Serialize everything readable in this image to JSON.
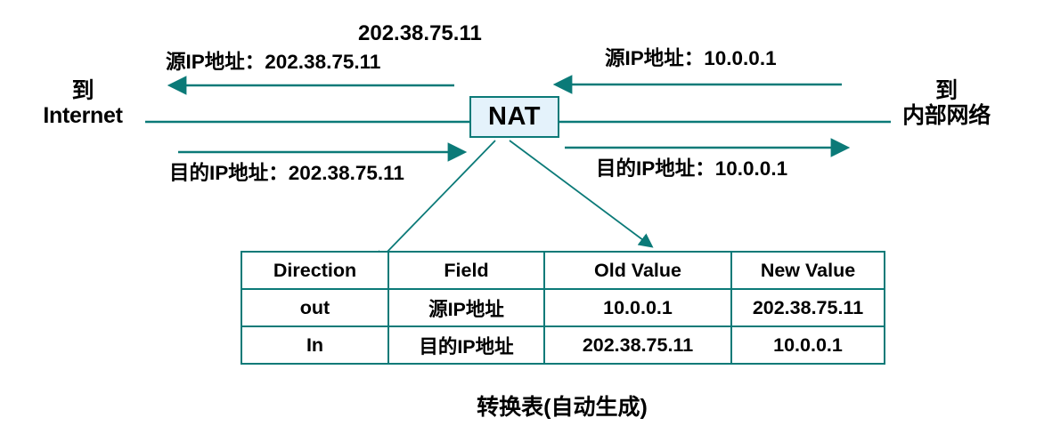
{
  "diagram": {
    "public_ip_label": "202.38.75.11",
    "nat_node": {
      "label": "NAT"
    },
    "endpoints": {
      "left": {
        "line1": "到",
        "line2": "Internet"
      },
      "right": {
        "line1": "到",
        "line2": "内部网络"
      }
    },
    "flows": [
      {
        "id": "src-out",
        "text": "源IP地址：202.38.75.11",
        "direction": "left",
        "side": "left",
        "row": "top"
      },
      {
        "id": "src-in",
        "text": "源IP地址：10.0.0.1",
        "direction": "left",
        "side": "right",
        "row": "top"
      },
      {
        "id": "dst-out",
        "text": "目的IP地址：202.38.75.11",
        "direction": "right",
        "side": "left",
        "row": "bottom"
      },
      {
        "id": "dst-in",
        "text": "目的IP地址：10.0.0.1",
        "direction": "right",
        "side": "right",
        "row": "bottom"
      }
    ],
    "table": {
      "headers": [
        "Direction",
        "Field",
        "Old Value",
        "New Value"
      ],
      "rows": [
        [
          "out",
          "源IP地址",
          "10.0.0.1",
          "202.38.75.11"
        ],
        [
          "In",
          "目的IP地址",
          "202.38.75.11",
          "10.0.0.1"
        ]
      ],
      "caption": "转换表(自动生成)"
    },
    "colors": {
      "line": "#0b7a78",
      "node_fill": "#e4f2fb",
      "node_border": "#0b7a78",
      "text": "#000000",
      "background": "#ffffff"
    }
  }
}
